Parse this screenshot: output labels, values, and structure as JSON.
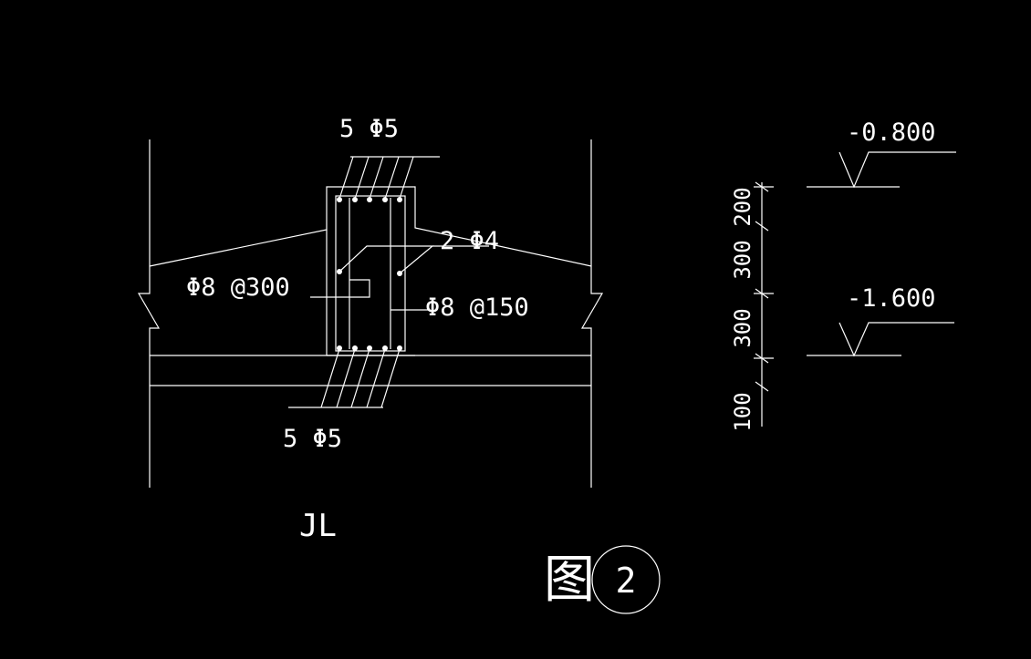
{
  "colors": {
    "background": "#000000",
    "line": "#ffffff"
  },
  "labels": {
    "top_rebar": "5 Φ5",
    "bottom_rebar": "5 Φ5",
    "waist_bar": "2 Φ4",
    "stirrup_left": "Φ8 @300",
    "stirrup_right": "Φ8 @150",
    "beam_name": "JL",
    "figure_char": "图",
    "figure_number": "2"
  },
  "elevations": {
    "top": "-0.800",
    "bottom": "-1.600"
  },
  "dimensions": [
    "200",
    "300",
    "300",
    "100"
  ]
}
